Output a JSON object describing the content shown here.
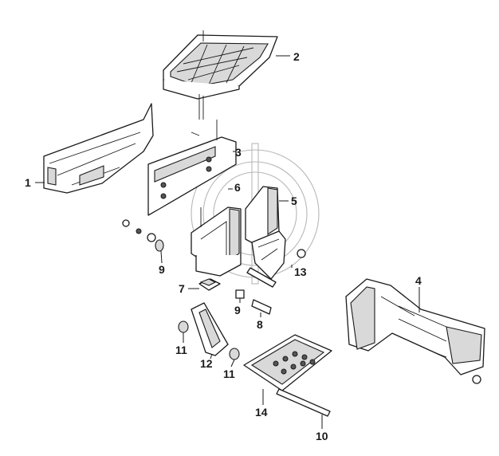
{
  "callouts": [
    "1",
    "2",
    "3",
    "4",
    "5",
    "6",
    "7",
    "8",
    "9",
    "9",
    "10",
    "11",
    "11",
    "12",
    "13",
    "14"
  ]
}
